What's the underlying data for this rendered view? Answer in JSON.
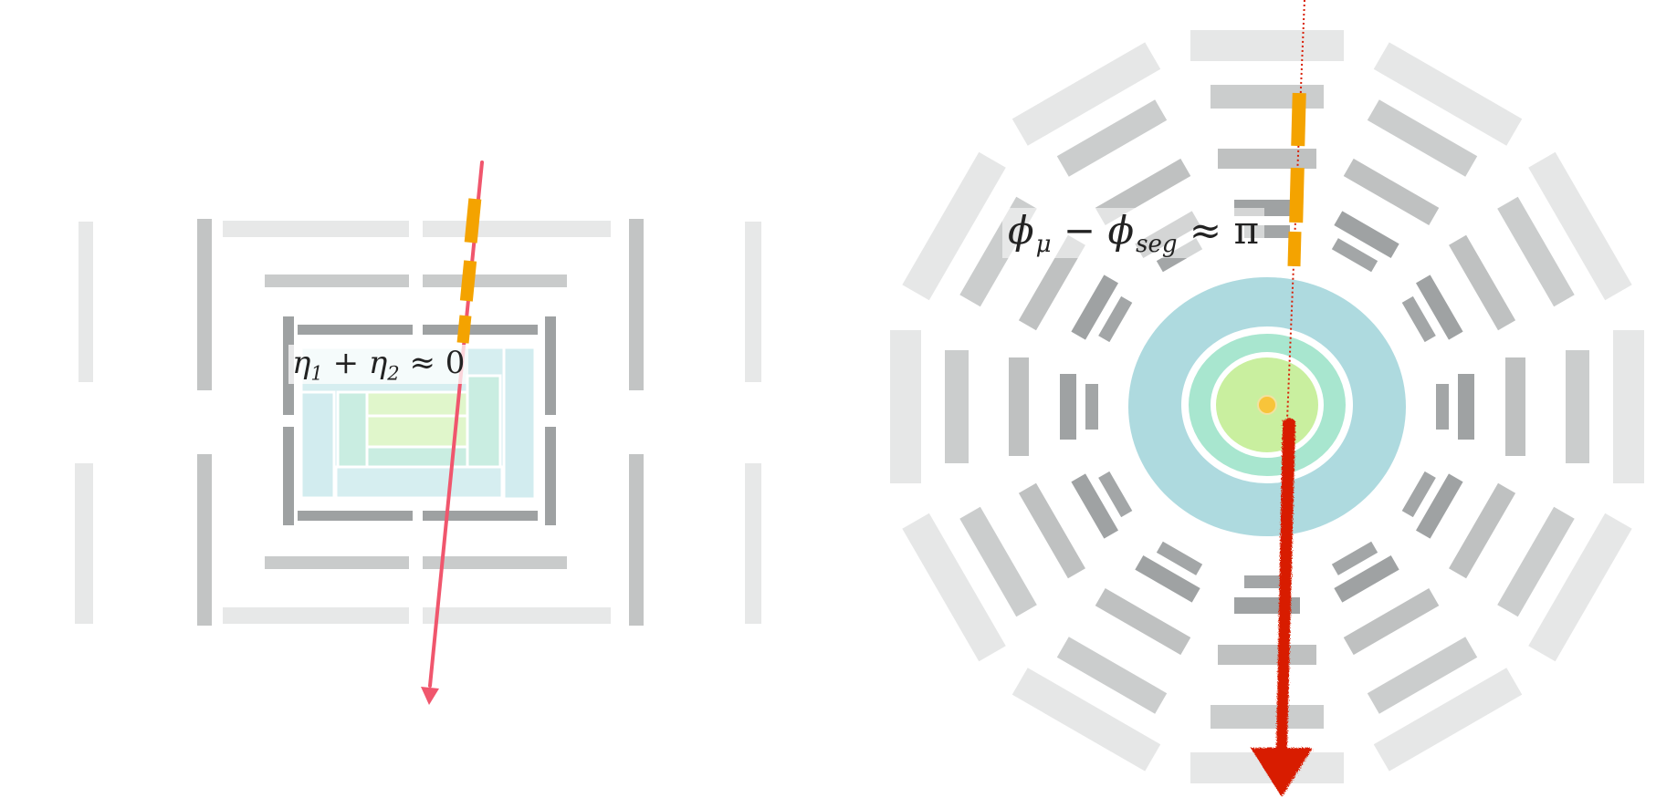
{
  "labels": {
    "eta_sum": {
      "eta1": "η",
      "sub1": "1",
      "plus": " + ",
      "eta2": "η",
      "sub2": "2",
      "approx": " ≈ 0"
    },
    "phi_diff": {
      "phi1": "ϕ",
      "sub1": "μ",
      "minus": " − ",
      "phi2": "ϕ",
      "sub2": "seg",
      "approx": " ≈ π"
    }
  },
  "colors": {
    "outer_chamber": "#e6e7e7",
    "middle_chamber": "#bfc1c1",
    "inner_chamber": "#9fa2a3",
    "tracker_outer": "#aedadf",
    "tracker_mid": "#a8e6cf",
    "tracker_inner": "#c9ef9f",
    "muon_track": "#f0566d",
    "segment": "#f4a300",
    "cosmic_arrow": "#d81e05",
    "vertex": "#f8c43a"
  },
  "icons": [
    "arrowhead",
    "segment-hit",
    "interaction-vertex"
  ]
}
